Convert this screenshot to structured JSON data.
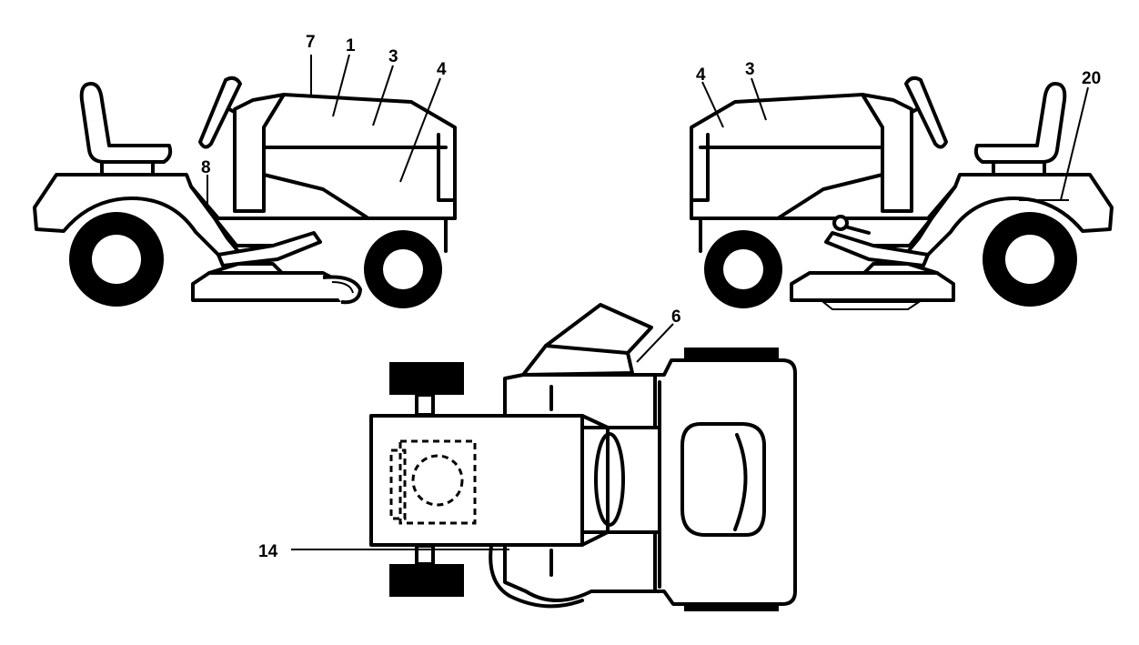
{
  "callouts": {
    "left_7": "7",
    "left_1": "1",
    "left_3": "3",
    "left_4": "4",
    "left_8": "8",
    "right_4": "4",
    "right_3": "3",
    "right_20": "20",
    "top_6": "6",
    "top_14": "14"
  },
  "colors": {
    "line": "#000000",
    "background": "#ffffff"
  }
}
